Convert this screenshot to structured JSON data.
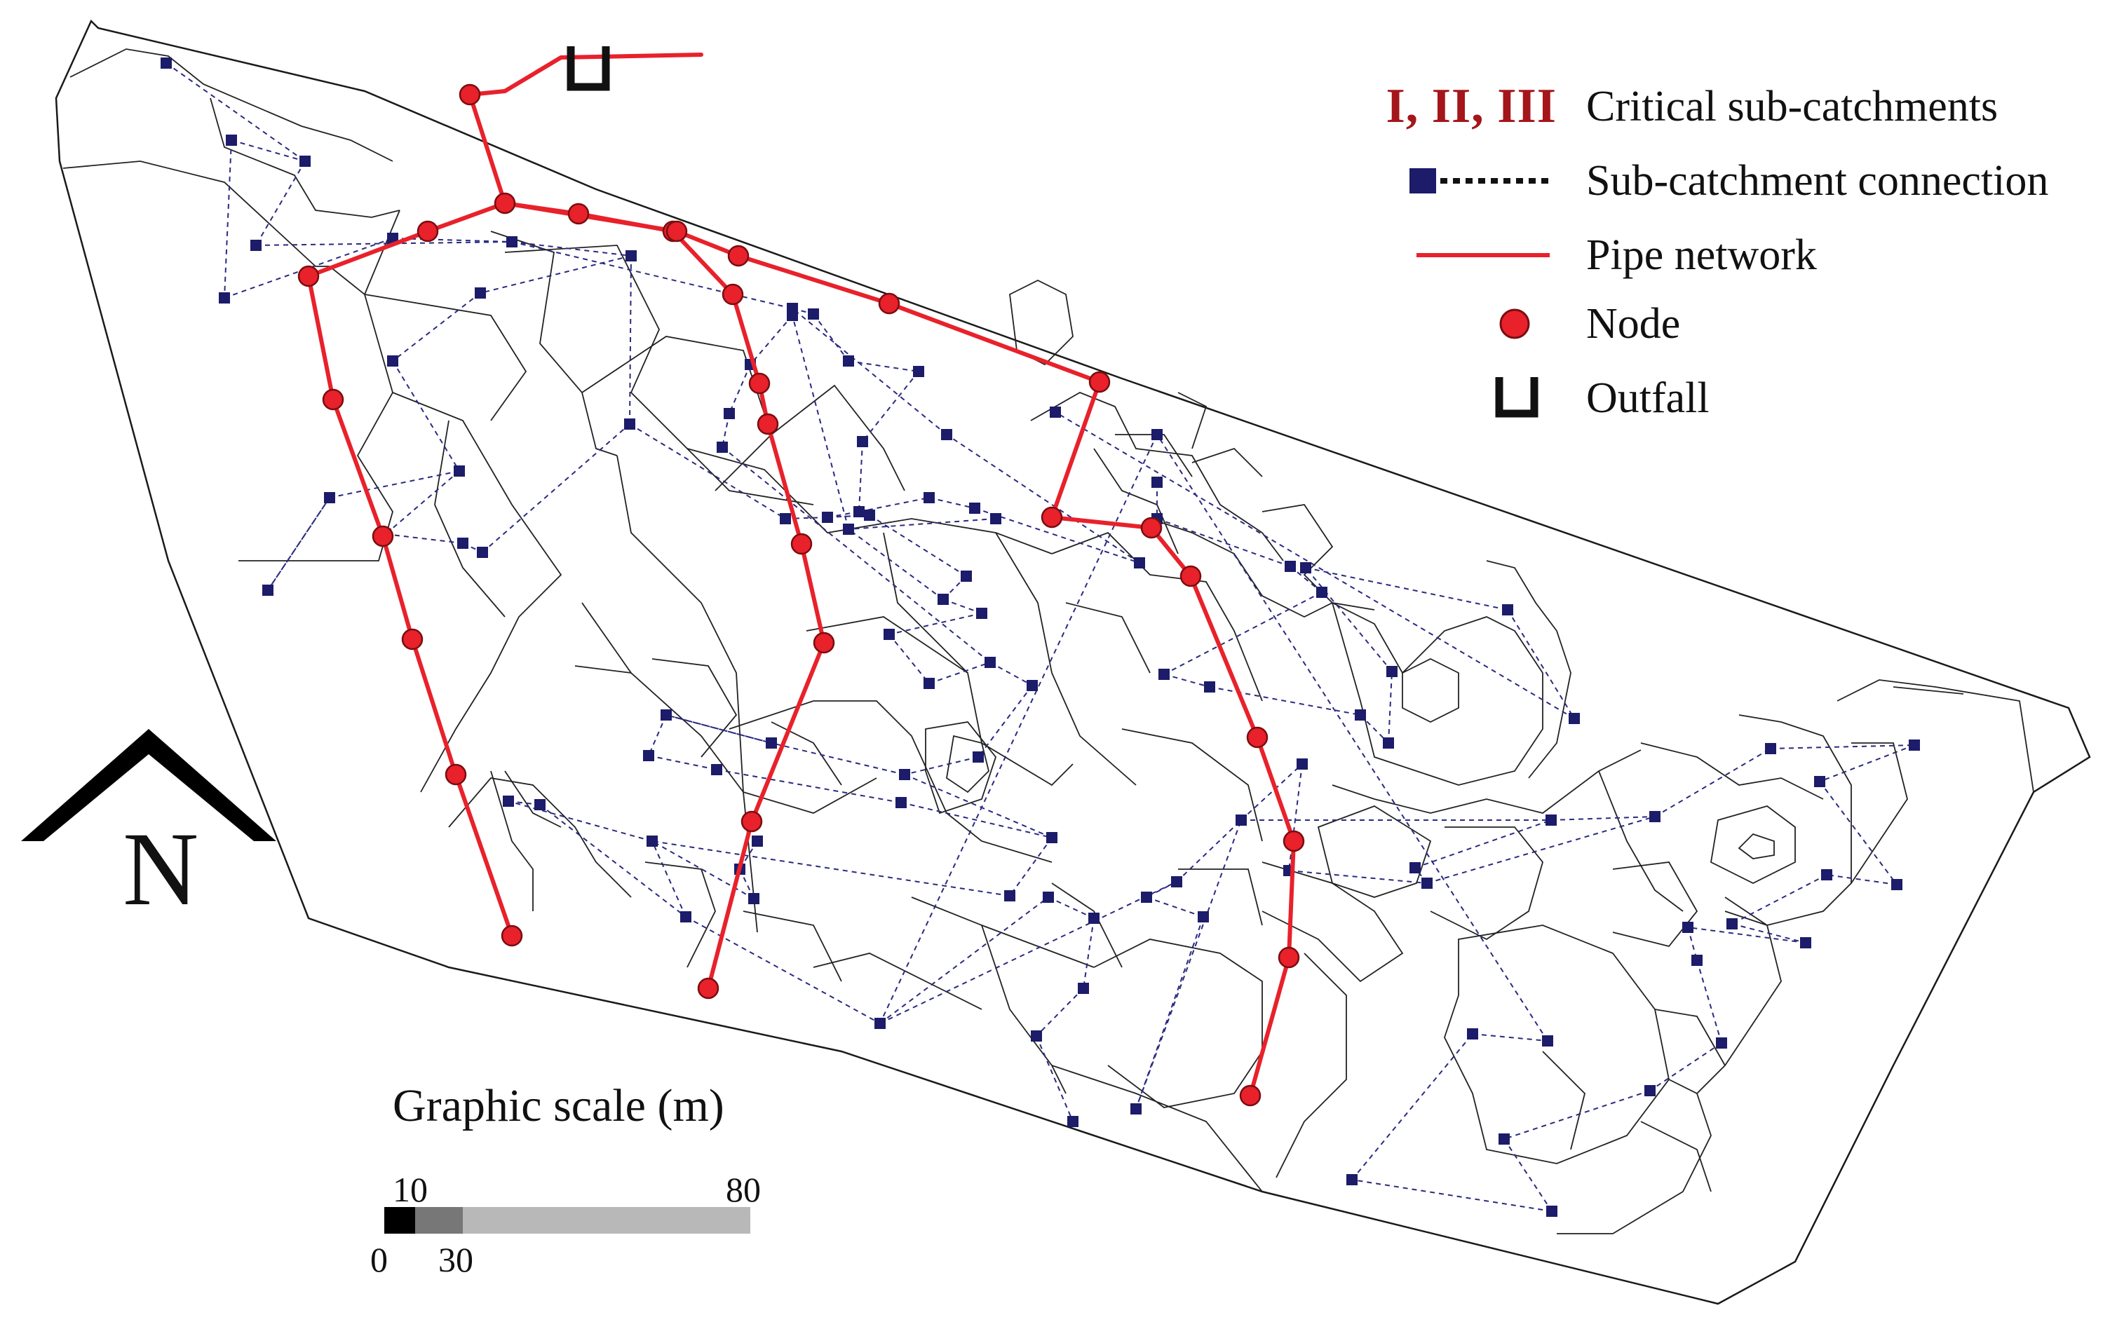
{
  "legend": {
    "critical_symbol": "I, II, III",
    "critical_label": "Critical sub-catchments",
    "connection_label": "Sub-catchment connection",
    "pipe_label": "Pipe network",
    "node_label": "Node",
    "outfall_label": "Outfall"
  },
  "north_arrow": {
    "letter": "N"
  },
  "graphic_scale": {
    "title": "Graphic scale (m)",
    "ticks_top": [
      "10",
      "80"
    ],
    "ticks_bottom": [
      "0",
      "30"
    ],
    "segments_m": [
      [
        0,
        10
      ],
      [
        10,
        30
      ],
      [
        30,
        80
      ]
    ]
  },
  "colors": {
    "pipe": "#e8212b",
    "node_fill": "#e8212b",
    "node_stroke": "#7a0d10",
    "subcatchment": "#1c1c6a",
    "connection": "#2a2a80",
    "boundary": "#1a1a1a",
    "critical_text": "#a4161a",
    "outfall": "#111111",
    "scale_dark": "#000000",
    "scale_mid": "#777777",
    "scale_light": "#b8b8b8"
  }
}
